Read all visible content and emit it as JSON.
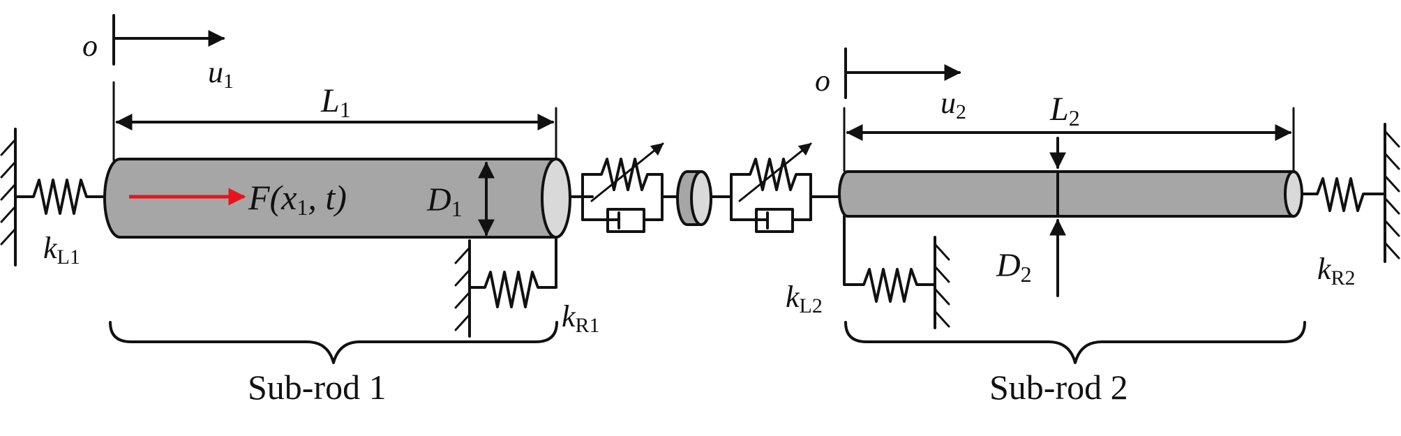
{
  "sub_rod_1": {
    "origin": "o",
    "displacement": {
      "main": "u",
      "sub": "1"
    },
    "length": {
      "main": "L",
      "sub": "1"
    },
    "diameter": {
      "main": "D",
      "sub": "1"
    },
    "force": {
      "pre": "F(",
      "var": "x",
      "sub": "1",
      "post": ", t)"
    },
    "spring_left": {
      "main": "k",
      "sub": "L1"
    },
    "spring_right": {
      "main": "k",
      "sub": "R1"
    },
    "brace_label": "Sub-rod 1"
  },
  "sub_rod_2": {
    "origin": "o",
    "displacement": {
      "main": "u",
      "sub": "2"
    },
    "length": {
      "main": "L",
      "sub": "2"
    },
    "diameter": {
      "main": "D",
      "sub": "2"
    },
    "spring_left": {
      "main": "k",
      "sub": "L2"
    },
    "spring_right": {
      "main": "k",
      "sub": "R2"
    },
    "brace_label": "Sub-rod 2"
  },
  "colors": {
    "rod": "#a6a6a6",
    "rod_cap": "#d9d9d9",
    "force_arrow": "#e8141b",
    "line": "#111111"
  }
}
